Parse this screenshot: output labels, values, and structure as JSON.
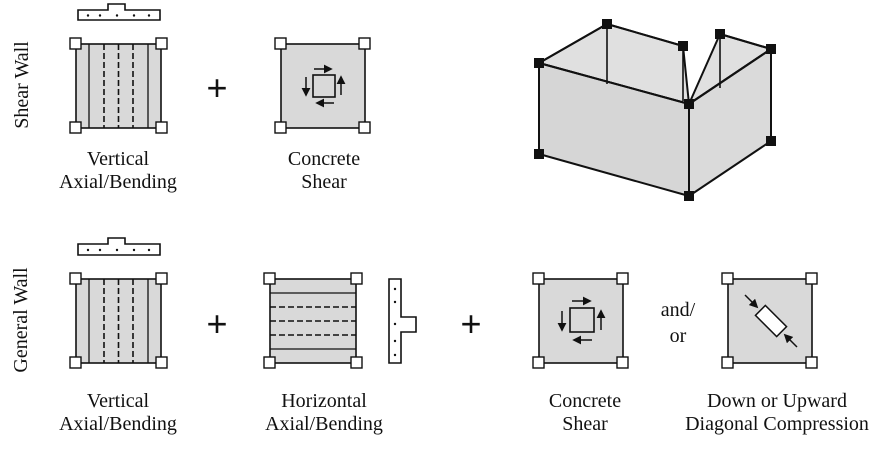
{
  "rows": {
    "shear_wall": "Shear Wall",
    "general_wall": "General Wall"
  },
  "captions": {
    "sw_vertical": [
      "Vertical",
      "Axial/Bending"
    ],
    "sw_concrete": [
      "Concrete",
      "Shear"
    ],
    "gw_vertical": [
      "Vertical",
      "Axial/Bending"
    ],
    "gw_horizontal": [
      "Horizontal",
      "Axial/Bending"
    ],
    "gw_concrete": [
      "Concrete",
      "Shear"
    ],
    "gw_diagonal": [
      "Down or Upward",
      "Diagonal Compression"
    ]
  },
  "operators": {
    "plus": "+",
    "and_or": [
      "and/",
      "or"
    ]
  },
  "colors": {
    "panel_fill": "#d9d9d9",
    "stroke": "#111111",
    "background": "#ffffff"
  }
}
